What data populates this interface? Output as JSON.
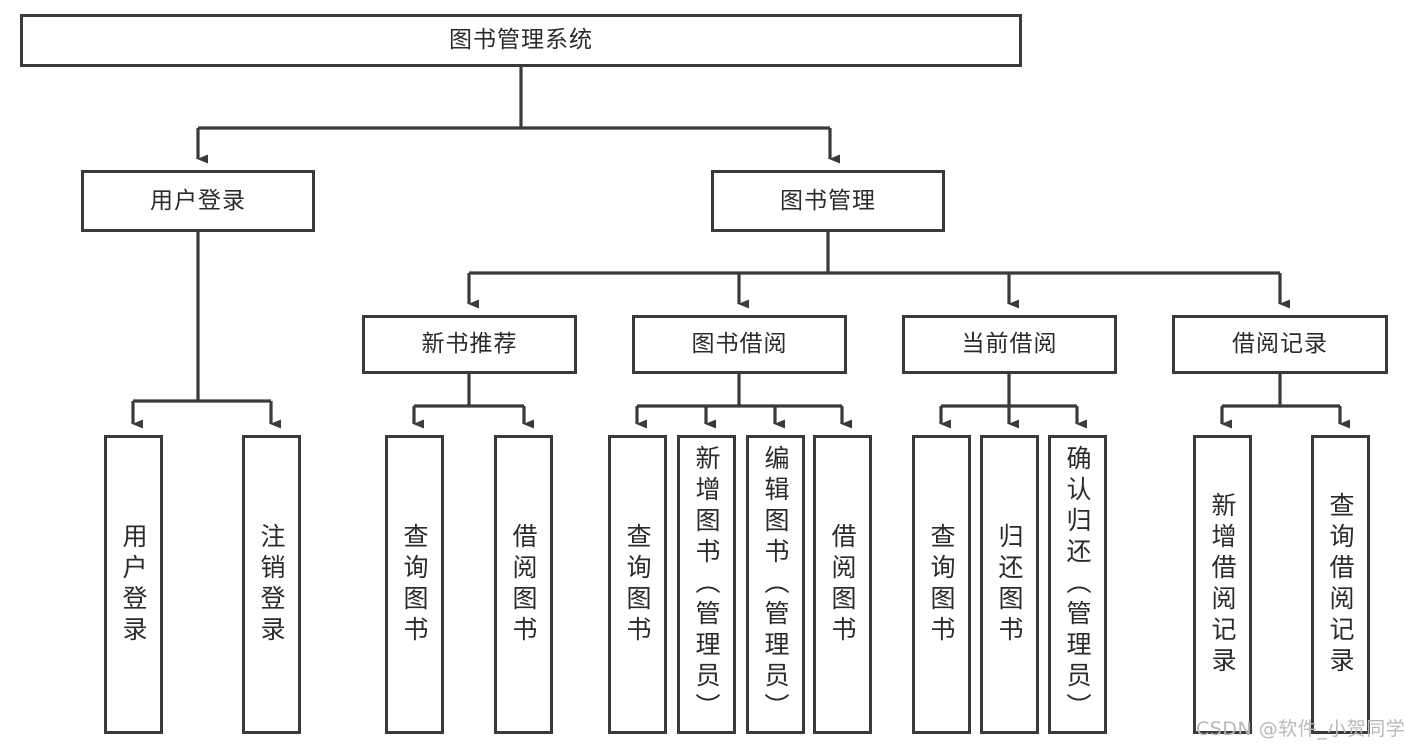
{
  "diagram": {
    "title": "图书管理系统",
    "type": "tree-hierarchy-diagram",
    "watermark": "CSDN @软件_小贺同学",
    "colors": {
      "box_border": "#3a3a3a",
      "box_fill": "#ffffff",
      "edge": "#3a3a3a",
      "text": "#2b2b2b",
      "watermark": "#b9b9b9"
    },
    "nodes": {
      "root": {
        "label": "图书管理系统"
      },
      "level1": [
        {
          "id": "user-login",
          "label": "用户登录"
        },
        {
          "id": "book-management",
          "label": "图书管理"
        }
      ],
      "level2": [
        {
          "id": "new-book-recommend",
          "label": "新书推荐"
        },
        {
          "id": "book-borrow",
          "label": "图书借阅"
        },
        {
          "id": "current-borrow",
          "label": "当前借阅"
        },
        {
          "id": "borrow-record",
          "label": "借阅记录"
        }
      ],
      "leaves": {
        "user_login": [
          {
            "id": "leaf-user-login",
            "label": "用户登录"
          },
          {
            "id": "leaf-logout-login",
            "label": "注销登录"
          }
        ],
        "new_book_recommend": [
          {
            "id": "leaf-query-book-1",
            "label": "查询图书"
          },
          {
            "id": "leaf-borrow-book-1",
            "label": "借阅图书"
          }
        ],
        "book_borrow": [
          {
            "id": "leaf-query-book-2",
            "label": "查询图书"
          },
          {
            "id": "leaf-add-book",
            "label": "新增图书（管理员）"
          },
          {
            "id": "leaf-edit-book",
            "label": "编辑图书（管理员）"
          },
          {
            "id": "leaf-borrow-book-2",
            "label": "借阅图书"
          }
        ],
        "current_borrow": [
          {
            "id": "leaf-query-book-3",
            "label": "查询图书"
          },
          {
            "id": "leaf-return-book",
            "label": "归还图书"
          },
          {
            "id": "leaf-confirm-return",
            "label": "确认归还（管理员）"
          }
        ],
        "borrow_record": [
          {
            "id": "leaf-add-borrow-record",
            "label": "新增借阅记录"
          },
          {
            "id": "leaf-query-borrow-record",
            "label": "查询借阅记录"
          }
        ]
      }
    }
  }
}
